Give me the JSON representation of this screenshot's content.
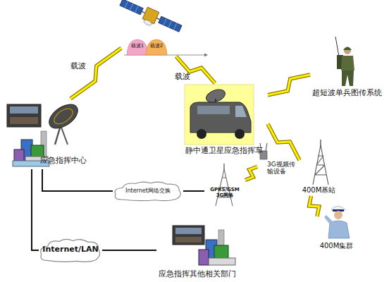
{
  "diagram": {
    "nodes": [
      {
        "text": [
          "载波1",
          "载波2"
        ]
      },
      {
        "text": [
          "应急指挥中心"
        ]
      },
      {
        "text": [
          "静中通卫星应急指挥车"
        ]
      },
      {
        "text": [
          "超短波单兵图传系统"
        ]
      },
      {
        "text": [
          "3G视频传输设备"
        ]
      },
      {
        "text": [
          "400M基站"
        ]
      },
      {
        "text": [
          "400M集群"
        ]
      },
      {
        "text": [
          "Internet网络交换"
        ]
      },
      {
        "text": [
          "GPRS/GSM 3G网络"
        ]
      },
      {
        "text": [
          "Internet/LAN"
        ]
      },
      {
        "text": [
          "应急指挥其他相关部门"
        ]
      }
    ],
    "edges": [
      {
        "from": 1,
        "to": 0,
        "label": "载波",
        "arrow": "none"
      },
      {
        "from": 0,
        "to": 2,
        "label": "载波",
        "arrow": "none"
      },
      {
        "from": 2,
        "to": 3,
        "arrow": "none"
      },
      {
        "from": 2,
        "to": 5,
        "arrow": "none"
      },
      {
        "from": 5,
        "to": 6,
        "arrow": "none"
      },
      {
        "from": 4,
        "to": 8,
        "arrow": "none"
      },
      {
        "from": 1,
        "to": 7,
        "arrow": "none"
      },
      {
        "from": 7,
        "to": 8,
        "arrow": "none"
      },
      {
        "from": 1,
        "to": 9,
        "arrow": "none"
      },
      {
        "from": 9,
        "to": 10,
        "arrow": "none"
      }
    ]
  }
}
